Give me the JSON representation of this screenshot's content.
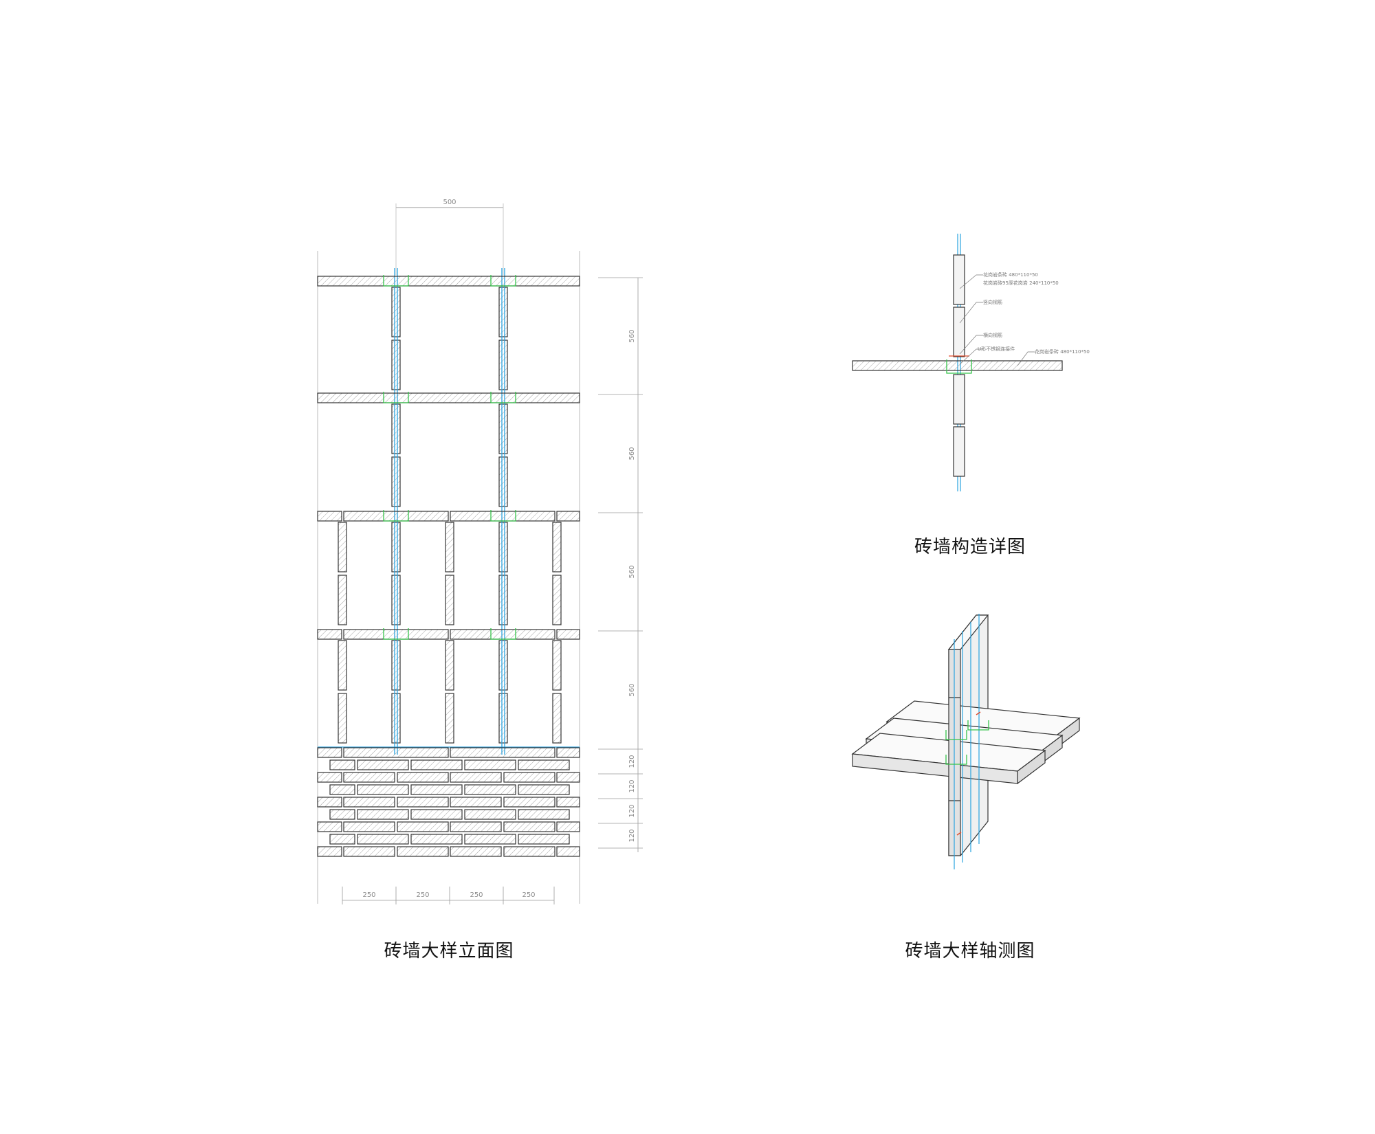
{
  "captions": {
    "elevation": "砖墙大样立面图",
    "detail": "砖墙构造详图",
    "axon": "砖墙大样轴测图"
  },
  "dimensions": {
    "top": "500",
    "vertical_spans": [
      "560",
      "560",
      "560",
      "560"
    ],
    "brick_courses": [
      "120",
      "120",
      "120",
      "120"
    ],
    "bottom_spans": [
      "250",
      "250",
      "250",
      "250"
    ]
  },
  "detail_notes": [
    "花岗岩条砖 480*110*50",
    "花岗岩砖95厚花岗岩 240*110*50",
    "竖向钢筋",
    "横向钢筋",
    "U形不锈钢连接件",
    "花岗岩条砖 480*110*50"
  ],
  "colors": {
    "line": "#333333",
    "rebar": "#2aa3e0",
    "connector": "#35c44a",
    "anchor": "#e04a2a",
    "hatch": "#9a9a9a",
    "dim": "#9a9a9a"
  }
}
